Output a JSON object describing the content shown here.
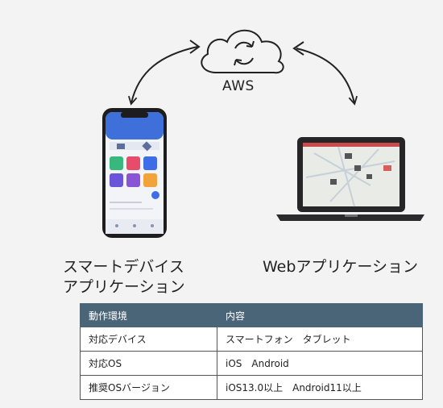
{
  "cloud": {
    "icon": "cloud-sync-icon",
    "label": "AWS"
  },
  "smart_device": {
    "label_line1": "スマートデバイス",
    "label_line2": "アプリケーション",
    "icon": "smartphone-icon"
  },
  "web": {
    "label": "Webアプリケーション",
    "icon": "laptop-icon"
  },
  "table": {
    "headers": [
      "動作環境",
      "内容"
    ],
    "rows": [
      [
        "対応デバイス",
        "スマートフォン　タブレット"
      ],
      [
        "対応OS",
        "iOS　Android"
      ],
      [
        "推奨OSバージョン",
        "iOS13.0以上　Android11以上"
      ]
    ]
  },
  "colors": {
    "background": "#f3f3f3",
    "table_header": "#4b6578",
    "line": "#222222"
  }
}
